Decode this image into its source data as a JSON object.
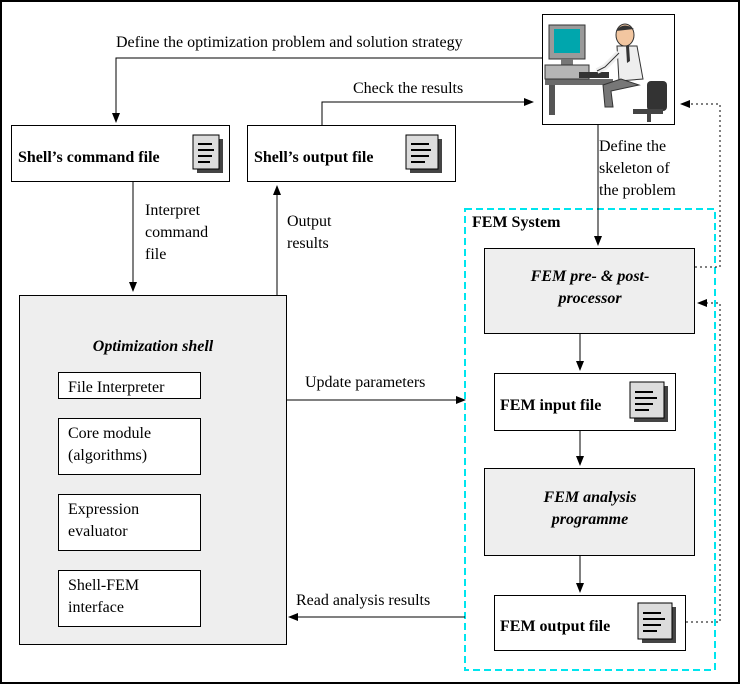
{
  "edges": {
    "define_problem": "Define the optimization problem and solution strategy",
    "check_results": "Check the results",
    "define_skeleton": [
      "Define the",
      "skeleton of",
      "the problem"
    ],
    "interpret": [
      "Interpret",
      "command",
      "file"
    ],
    "output_results": [
      "Output",
      "results"
    ],
    "update_params": "Update parameters",
    "read_results": "Read analysis results"
  },
  "nodes": {
    "command_file": "Shell’s command file",
    "output_file": "Shell’s output file",
    "optimization_shell": {
      "title": "Optimization shell",
      "modules": [
        {
          "lines": [
            "File Interpreter"
          ]
        },
        {
          "lines": [
            "Core module",
            "(algorithms)"
          ]
        },
        {
          "lines": [
            "Expression",
            "evaluator"
          ]
        },
        {
          "lines": [
            "Shell-FEM",
            "interface"
          ]
        }
      ]
    },
    "fem_system": {
      "title": "FEM System",
      "pre_post": "FEM pre- & post-processor",
      "input_file": "FEM input file",
      "analysis": "FEM analysis programme",
      "output_file": "FEM output file"
    }
  },
  "icons": {
    "user": "user-at-computer-icon",
    "document": "document-icon"
  },
  "colors": {
    "fem_border": "#00e5ee",
    "box_fill": "#eeeeee",
    "line": "#000000",
    "stage_border": "#000000"
  }
}
